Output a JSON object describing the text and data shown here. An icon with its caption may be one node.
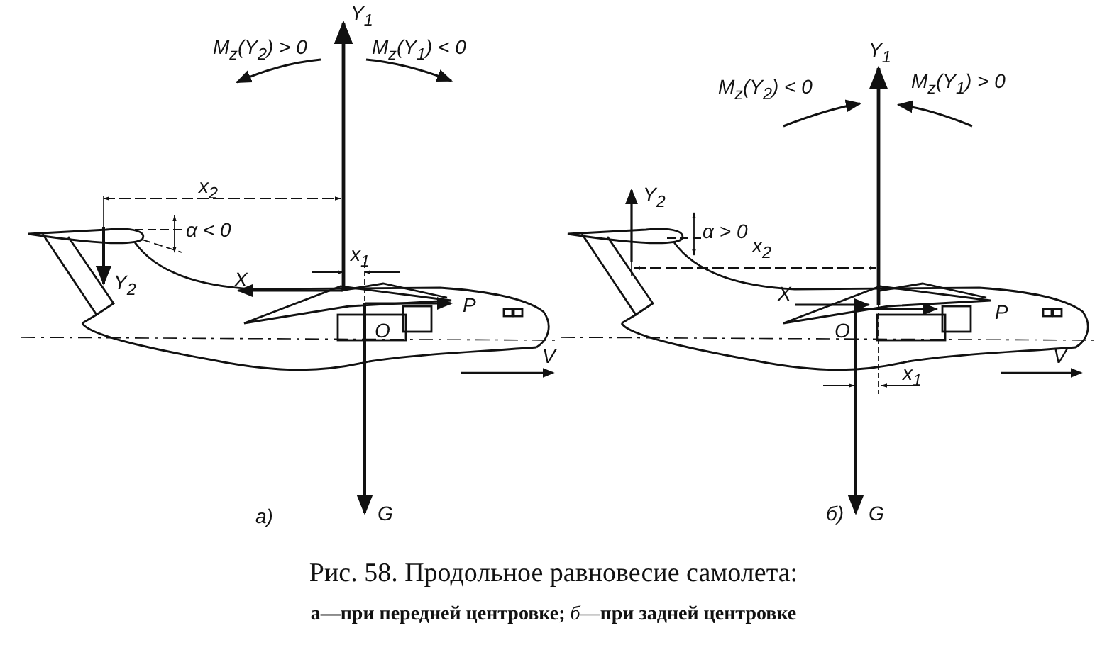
{
  "diagram": {
    "caption": "Рис. 58. Продольное равновесие самолета:",
    "labels": [
      "Y$_{1}$",
      "M$_{z}$(Y$_{2}$) > 0",
      "M$_{z}$(Y$_{1}$) < 0",
      "x$_{2}$",
      "α < 0",
      "x$_{1}$",
      "Y$_{2}$",
      "X",
      "P",
      "O",
      "V",
      "G",
      "а)",
      "Y$_{1}$",
      "M$_{z}$(Y$_{2}$) < 0",
      "M$_{z}$(Y$_{1}$) > 0",
      "Y$_{2}$",
      "α > 0",
      "x$_{2}$",
      "X",
      "P",
      "O",
      "V",
      "x$_{1}$",
      "G",
      "б)",
      "**а—при передней центровке;** *б*—**при задней центровке**"
    ]
  }
}
